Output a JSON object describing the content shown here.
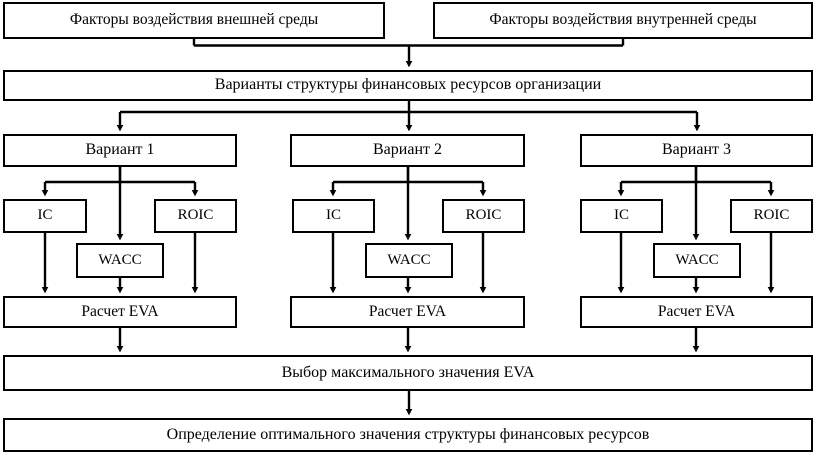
{
  "diagram": {
    "title_text": "",
    "colors": {
      "stroke": "#000000",
      "background": "#ffffff",
      "text": "#000000"
    },
    "row_external_internal": [
      {
        "id": "external-factors",
        "label": "Факторы воздействия внешней среды"
      },
      {
        "id": "internal-factors",
        "label": "Факторы воздействия внутренней среды"
      }
    ],
    "row_variants_header": {
      "id": "financial-structure-variants",
      "label": "Варианты структуры финансовых ресурсов организации"
    },
    "variant_groups": [
      {
        "id": "variant-1",
        "variant_label": "Вариант 1",
        "ic_label": "IC",
        "roic_label": "ROIC",
        "wacc_label": "WACC",
        "eva_label": "Расчет EVA"
      },
      {
        "id": "variant-2",
        "variant_label": "Вариант 2",
        "ic_label": "IC",
        "roic_label": "ROIC",
        "wacc_label": "WACC",
        "eva_label": "Расчет EVA"
      },
      {
        "id": "variant-3",
        "variant_label": "Вариант 3",
        "ic_label": "IC",
        "roic_label": "ROIC",
        "wacc_label": "WACC",
        "eva_label": "Расчет EVA"
      }
    ],
    "row_max_eva": {
      "id": "select-max-eva",
      "label": "Выбор максимального значения EVA"
    },
    "row_optimal": {
      "id": "determine-optimal-structure",
      "label": "Определение оптимального значения структуры финансовых ресурсов"
    }
  }
}
